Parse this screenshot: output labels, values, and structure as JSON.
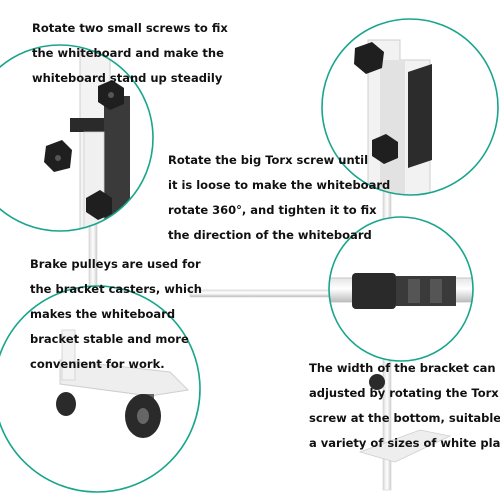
{
  "captions": {
    "top": {
      "lines": [
        "Rotate two small screws to fix",
        "the whiteboard and make the",
        "whiteboard stand up steadily"
      ]
    },
    "middle": {
      "lines": [
        "Rotate the big Torx screw until",
        "it is loose to make the whiteboard",
        "rotate 360°, and tighten it to fix",
        "the direction of the whiteboard"
      ]
    },
    "left": {
      "lines": [
        "Brake pulleys are used for",
        "the bracket casters, which",
        "makes the whiteboard",
        "bracket stable and more",
        "convenient for work."
      ]
    },
    "bottom": {
      "lines": [
        "The width of the bracket can be",
        "adjusted by rotating the Torx",
        "screw at the bottom, suitable for",
        "a variety of sizes of white plate"
      ]
    }
  },
  "colors": {
    "circle_border": "#18a58c",
    "frame_white": "#f1f1f1",
    "frame_shadow": "#c8c8c8",
    "knob_black": "#1d1d1d",
    "text": "#111111"
  }
}
